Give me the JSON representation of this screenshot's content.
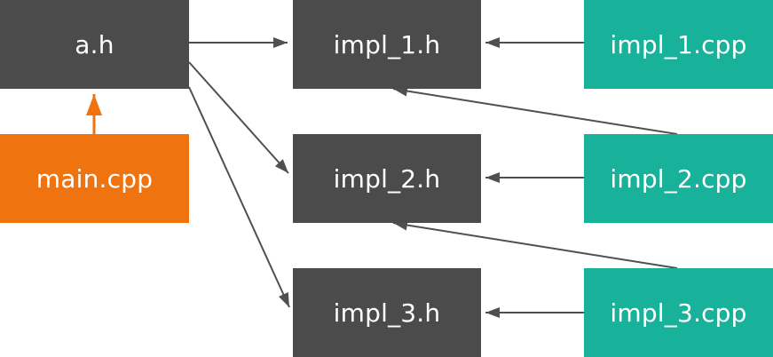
{
  "nodes": {
    "a_h": "a.h",
    "main_cpp": "main.cpp",
    "impl1_h": "impl_1.h",
    "impl2_h": "impl_2.h",
    "impl3_h": "impl_3.h",
    "impl1_cpp": "impl_1.cpp",
    "impl2_cpp": "impl_2.cpp",
    "impl3_cpp": "impl_3.cpp"
  },
  "edges": [
    {
      "from": "main.cpp",
      "to": "a.h",
      "color": "#ef730e"
    },
    {
      "from": "a.h",
      "to": "impl_1.h",
      "color": "#505050"
    },
    {
      "from": "a.h",
      "to": "impl_2.h",
      "color": "#505050"
    },
    {
      "from": "a.h",
      "to": "impl_3.h",
      "color": "#505050"
    },
    {
      "from": "impl_1.cpp",
      "to": "impl_1.h",
      "color": "#505050"
    },
    {
      "from": "impl_2.cpp",
      "to": "impl_2.h",
      "color": "#505050"
    },
    {
      "from": "impl_3.cpp",
      "to": "impl_3.h",
      "color": "#505050"
    },
    {
      "from": "impl_2.cpp",
      "to": "impl_1.h",
      "color": "#505050"
    },
    {
      "from": "impl_3.cpp",
      "to": "impl_2.h",
      "color": "#505050"
    }
  ],
  "colors": {
    "header_box": "#4b4b4b",
    "main_box": "#ef730e",
    "impl_box": "#18b19a",
    "arrow": "#505050",
    "main_arrow": "#ef730e",
    "text": "#ffffff"
  }
}
